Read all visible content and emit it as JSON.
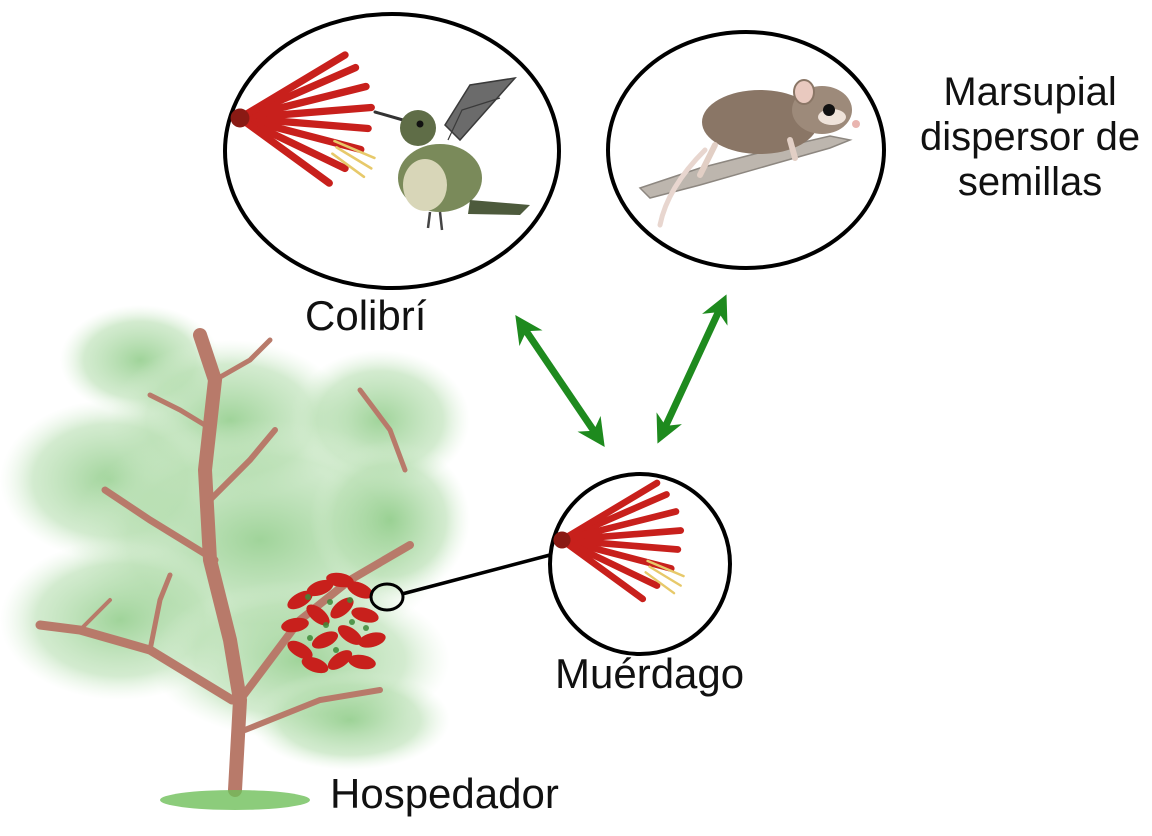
{
  "labels": {
    "colibri": "Colibrí",
    "marsupial_line1": "Marsupial",
    "marsupial_line2": "dispersor de",
    "marsupial_line3": "semillas",
    "muerdago": "Muérdago",
    "hospedador": "Hospedador"
  },
  "colors": {
    "arrow": "#1e8a1e",
    "circle_outline": "#000000",
    "foliage": "#9fd39a",
    "branch": "#b87a6a",
    "flower_red": "#c8201c",
    "flower_tip": "#e7c96a",
    "bird_body": "#7a8a5a",
    "marsupial_fur": "#8a7666",
    "grass": "#6fbf5a"
  },
  "icons": {
    "bird": "hummingbird-icon",
    "animal": "marsupial-icon",
    "flower": "mistletoe-flower-icon",
    "tree": "host-tree-icon"
  }
}
